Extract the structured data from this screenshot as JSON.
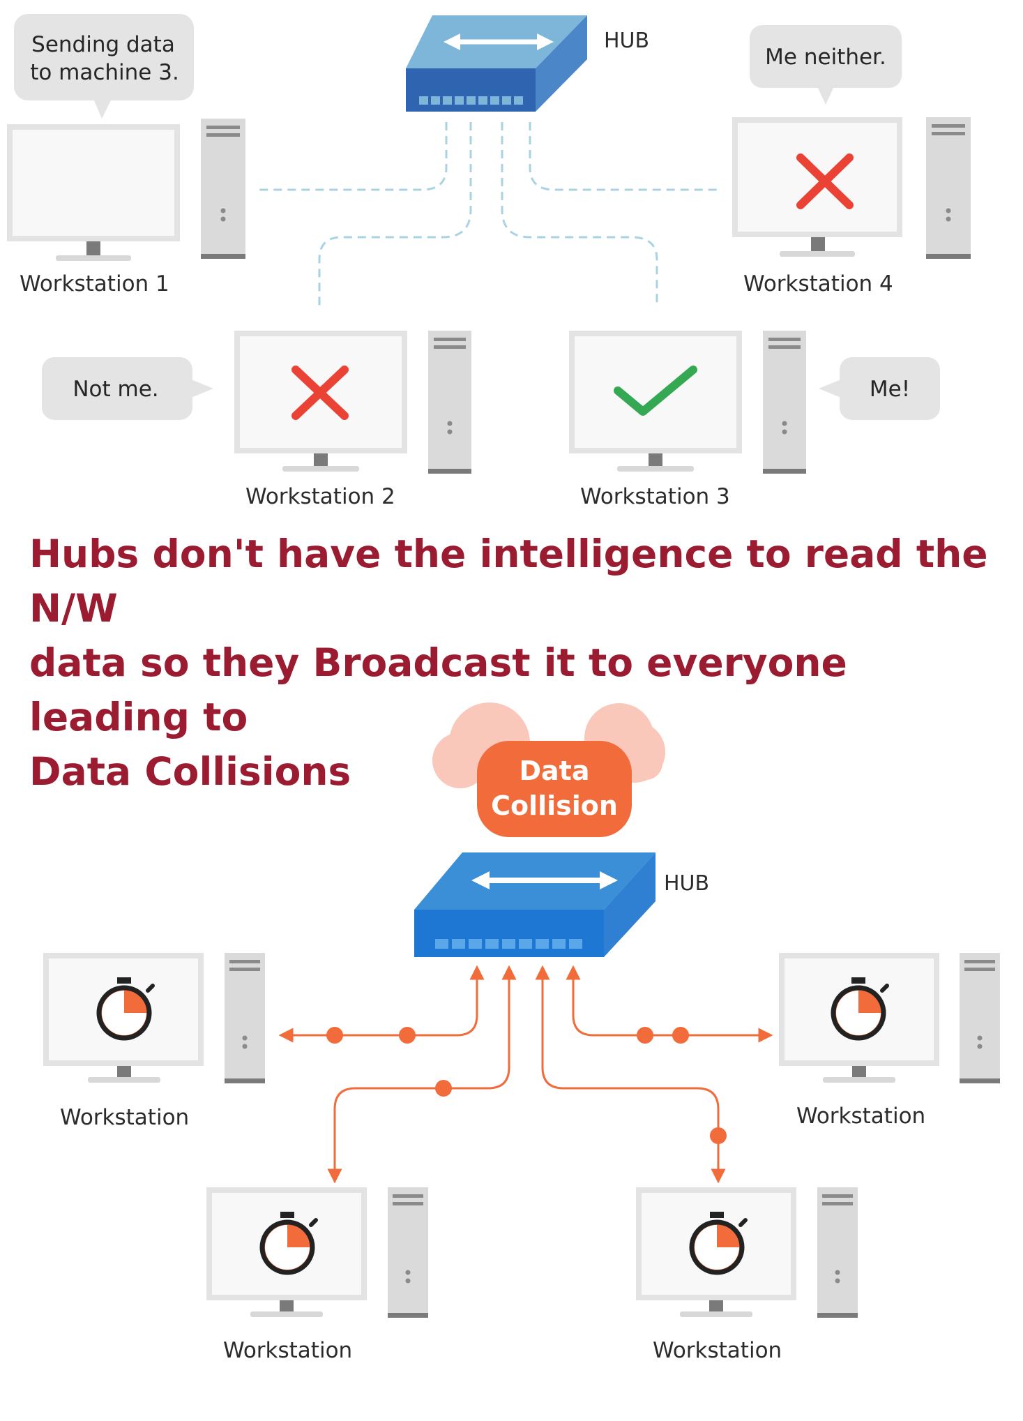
{
  "top_diagram": {
    "hub_label": "HUB",
    "bubbles": {
      "ws1_line1": "Sending data",
      "ws1_line2": "to machine 3.",
      "ws4": "Me neither.",
      "ws2": "Not me.",
      "ws3": "Me!"
    },
    "workstations": {
      "ws1": "Workstation 1",
      "ws2": "Workstation 2",
      "ws3": "Workstation 3",
      "ws4": "Workstation 4"
    }
  },
  "headline": {
    "line1": "Hubs don't have the intelligence to read the N/W",
    "line2": "data so they Broadcast it to everyone leading to",
    "line3": "Data Collisions"
  },
  "bottom_diagram": {
    "hub_label": "HUB",
    "collision_line1": "Data",
    "collision_line2": "Collision",
    "workstations": [
      "Workstation",
      "Workstation",
      "Workstation",
      "Workstation"
    ]
  },
  "colors": {
    "hub_top": "#3b8fd6",
    "accent_orange": "#f26b3a",
    "headline_red": "#9b1b30",
    "cross_red": "#ea4335",
    "check_green": "#34a853",
    "dashed_line": "#a9d3e3"
  },
  "icons": [
    "hub-icon",
    "speech-bubble",
    "cross-icon",
    "check-icon",
    "stopwatch-icon",
    "monitor-icon",
    "tower-icon",
    "cloud-icon"
  ]
}
